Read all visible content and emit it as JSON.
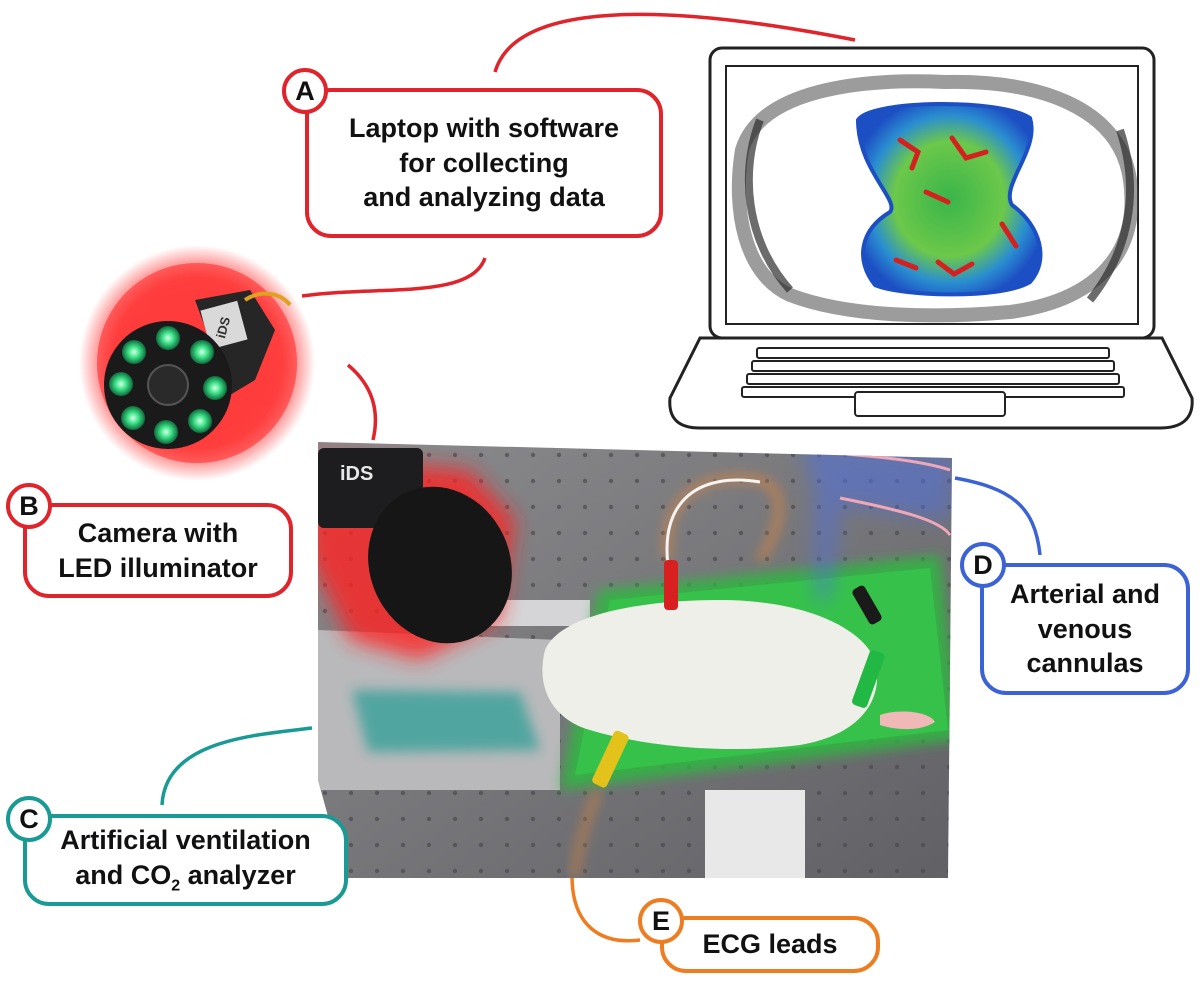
{
  "labels": {
    "A": {
      "letter": "A",
      "line1": "Laptop with software",
      "line2": "for collecting",
      "line3": "and analyzing data",
      "color": "#e0242b"
    },
    "B": {
      "letter": "B",
      "line1": "Camera with",
      "line2": "LED illuminator",
      "color": "#e0242b"
    },
    "C": {
      "letter": "C",
      "line1": "Artificial ventilation",
      "line2_pre": "and CO",
      "line2_sub": "2",
      "line2_post": " analyzer",
      "color": "#1a9a95"
    },
    "D": {
      "letter": "D",
      "line1": "Arterial and",
      "line2": "venous",
      "line3": "cannulas",
      "color": "#3b63d6"
    },
    "E": {
      "letter": "E",
      "line1": "ECG leads",
      "color": "#ee7d22"
    }
  },
  "camera": {
    "brand": "iDS"
  },
  "colors": {
    "tray": "#2fb83f",
    "heatmap_low": "#1e5fd0",
    "heatmap_mid": "#2fb84a",
    "heatmap_high": "#d62020",
    "bench": "#7d7d80"
  }
}
